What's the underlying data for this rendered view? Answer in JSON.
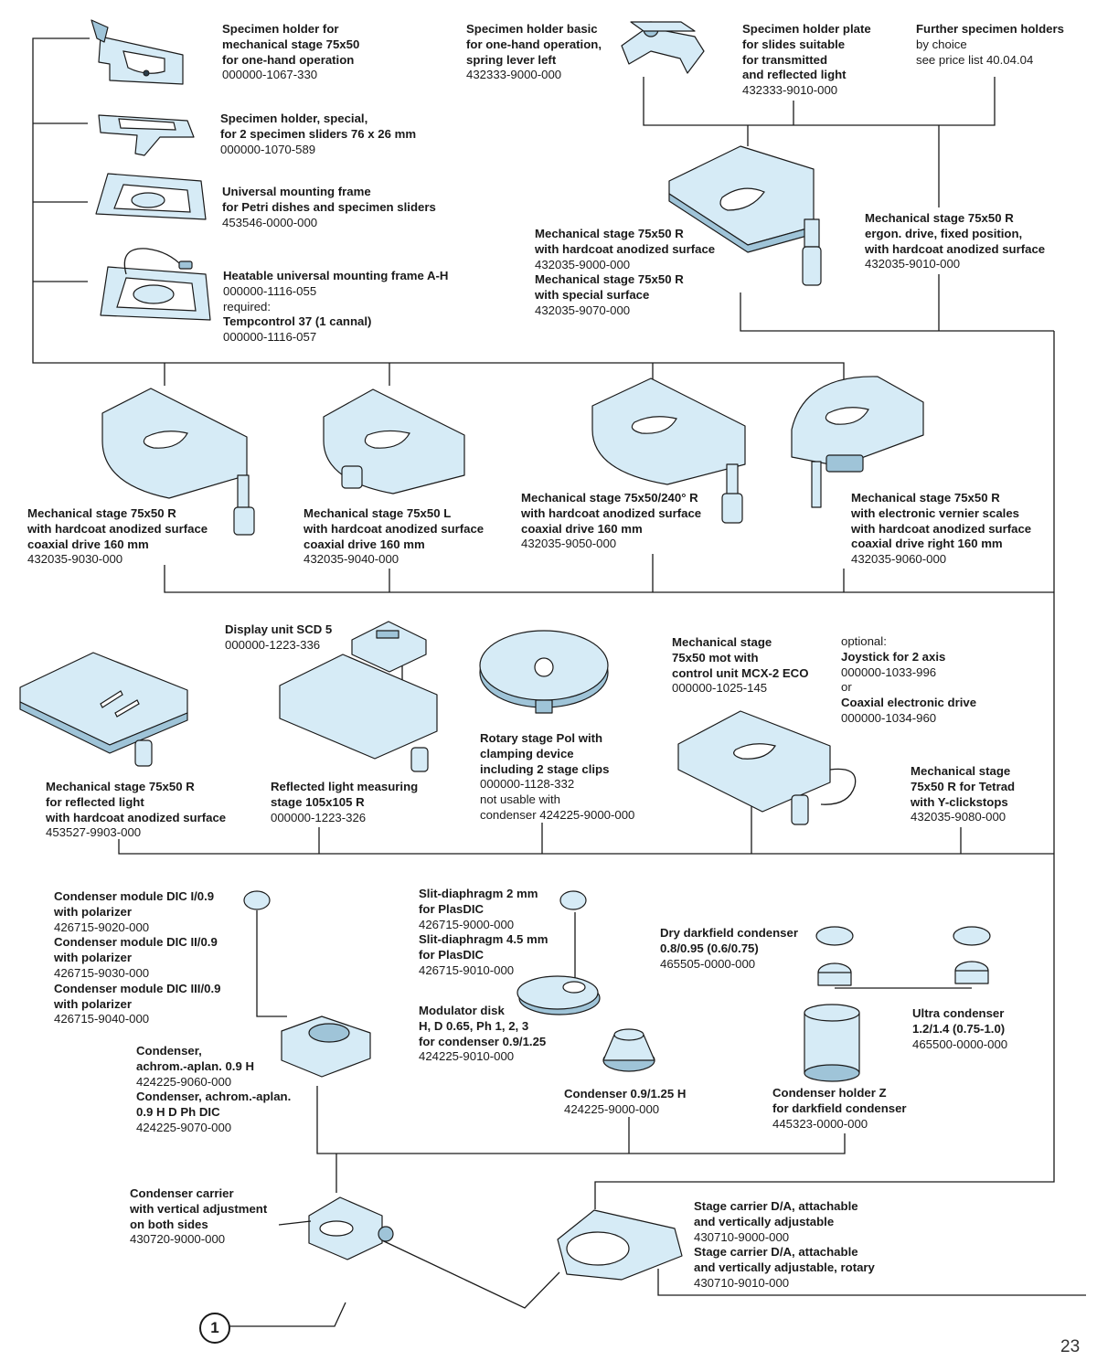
{
  "page": {
    "number": "23",
    "callout": "1"
  },
  "colors": {
    "part_fill": "#d6ebf6",
    "part_dark": "#9fc4d8",
    "line": "#1a1a1a"
  },
  "labels": {
    "l1": [
      "Specimen holder for",
      "mechanical stage 75x50",
      "for one-hand operation",
      "000000-1067-330"
    ],
    "l2": [
      "Specimen holder, special,",
      "for 2 specimen sliders 76 x 26 mm",
      "000000-1070-589"
    ],
    "l3": [
      "Universal mounting frame",
      "for Petri dishes and specimen sliders",
      "453546-0000-000"
    ],
    "l4": [
      "Heatable universal mounting frame A-H",
      "000000-1116-055",
      "required:",
      "Tempcontrol 37 (1 cannal)",
      "000000-1116-057"
    ],
    "l5": [
      "Specimen holder basic",
      "for one-hand operation,",
      "spring lever left",
      "432333-9000-000"
    ],
    "l6": [
      "Specimen holder plate",
      "for slides suitable",
      "for transmitted",
      "and reflected light",
      "432333-9010-000"
    ],
    "l7": [
      "Further specimen holders",
      "by choice",
      "see price list 40.04.04"
    ],
    "l8": [
      "Mechanical stage 75x50 R",
      "with hardcoat anodized surface",
      "432035-9000-000",
      "Mechanical stage 75x50 R",
      "with special surface",
      "432035-9070-000"
    ],
    "l9": [
      "Mechanical stage 75x50 R",
      "ergon. drive, fixed position,",
      "with hardcoat anodized surface",
      "432035-9010-000"
    ],
    "l10": [
      "Mechanical stage 75x50 R",
      "with hardcoat anodized surface",
      "coaxial drive 160 mm",
      "432035-9030-000"
    ],
    "l11": [
      "Mechanical stage 75x50 L",
      "with hardcoat anodized surface",
      "coaxial drive 160 mm",
      "432035-9040-000"
    ],
    "l12": [
      "Mechanical stage 75x50/240° R",
      "with hardcoat anodized surface",
      "coaxial drive 160 mm",
      "432035-9050-000"
    ],
    "l13": [
      "Mechanical stage 75x50 R",
      "with electronic vernier scales",
      "with hardcoat anodized surface",
      "coaxial drive right 160 mm",
      "432035-9060-000"
    ],
    "l14": [
      "Display unit SCD 5",
      "000000-1223-336"
    ],
    "l15": [
      "Mechanical stage",
      "75x50 mot with",
      "control unit MCX-2 ECO",
      "000000-1025-145"
    ],
    "l16": [
      "optional:",
      "Joystick for 2 axis",
      "000000-1033-996",
      "or",
      "Coaxial electronic drive",
      "000000-1034-960"
    ],
    "l17": [
      "Mechanical stage 75x50 R",
      "for reflected light",
      "with hardcoat anodized surface",
      "453527-9903-000"
    ],
    "l18": [
      "Reflected light measuring",
      "stage 105x105 R",
      "000000-1223-326"
    ],
    "l19": [
      "Rotary stage Pol with",
      "clamping device",
      "including 2 stage clips",
      "000000-1128-332",
      "not usable with",
      "condenser 424225-9000-000"
    ],
    "l20": [
      "Mechanical stage",
      "75x50 R for Tetrad",
      "with Y-clickstops",
      "432035-9080-000"
    ],
    "l21": [
      "Condenser module DIC I/0.9",
      "with polarizer",
      "426715-9020-000",
      "Condenser module DIC II/0.9",
      "with polarizer",
      "426715-9030-000",
      "Condenser module DIC III/0.9",
      "with polarizer",
      "426715-9040-000"
    ],
    "l22": [
      "Slit-diaphragm 2 mm",
      "for PlasDIC",
      "426715-9000-000",
      "Slit-diaphragm 4.5 mm",
      "for PlasDIC",
      "426715-9010-000"
    ],
    "l23": [
      "Dry darkfield condenser",
      "0.8/0.95 (0.6/0.75)",
      "465505-0000-000"
    ],
    "l24": [
      "Modulator disk",
      "H, D 0.65, Ph 1, 2, 3",
      "for condenser 0.9/1.25",
      "424225-9010-000"
    ],
    "l25": [
      "Ultra condenser",
      "1.2/1.4 (0.75-1.0)",
      "465500-0000-000"
    ],
    "l26": [
      "Condenser,",
      "achrom.-aplan. 0.9 H",
      "424225-9060-000",
      "Condenser, achrom.-aplan.",
      "0.9 H D Ph DIC",
      "424225-9070-000"
    ],
    "l27": [
      "Condenser 0.9/1.25 H",
      "424225-9000-000"
    ],
    "l28": [
      "Condenser holder Z",
      "for darkfield condenser",
      "445323-0000-000"
    ],
    "l29": [
      "Condenser carrier",
      "with vertical adjustment",
      "on both sides",
      "430720-9000-000"
    ],
    "l30": [
      "Stage carrier D/A, attachable",
      "and vertically adjustable",
      "430710-9000-000",
      "Stage carrier D/A, attachable",
      "and vertically adjustable, rotary",
      "430710-9010-000"
    ]
  }
}
